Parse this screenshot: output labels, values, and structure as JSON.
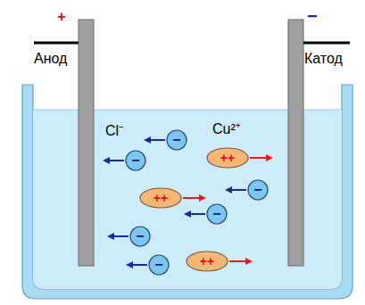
{
  "diagram": {
    "nodes": [
      {
        "text": [
          "−"
        ]
      },
      {
        "text": [
          "++"
        ]
      },
      {
        "text": [
          "−"
        ]
      },
      {
        "text": [
          "−"
        ]
      },
      {
        "text": [
          "++"
        ]
      },
      {
        "text": [
          "−"
        ]
      },
      {
        "text": [
          "−"
        ]
      },
      {
        "text": [
          "++"
        ]
      },
      {
        "text": [
          "−"
        ]
      }
    ],
    "labels": [
      "+",
      "Анод",
      "−",
      "Катод",
      "Cl⁻",
      "Cu²⁺"
    ]
  }
}
